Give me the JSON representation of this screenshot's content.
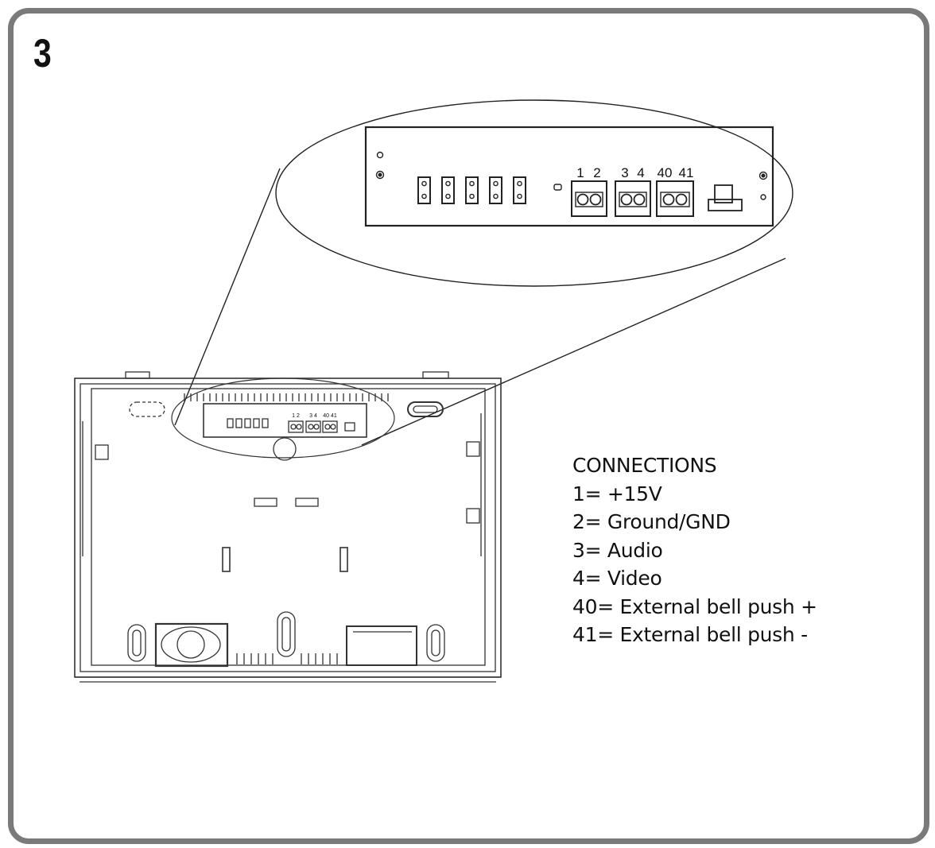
{
  "step_number": "3",
  "terminal_labels": [
    "1",
    "2",
    "3",
    "4",
    "40",
    "41"
  ],
  "small_terminal_labels": [
    "1 2",
    "3 4",
    "40 41"
  ],
  "legend": {
    "title": "CONNECTIONS",
    "items": [
      "1= +15V",
      "2= Ground/GND",
      "3= Audio",
      "4= Video",
      "40= External bell push +",
      "41= External bell push -"
    ]
  }
}
